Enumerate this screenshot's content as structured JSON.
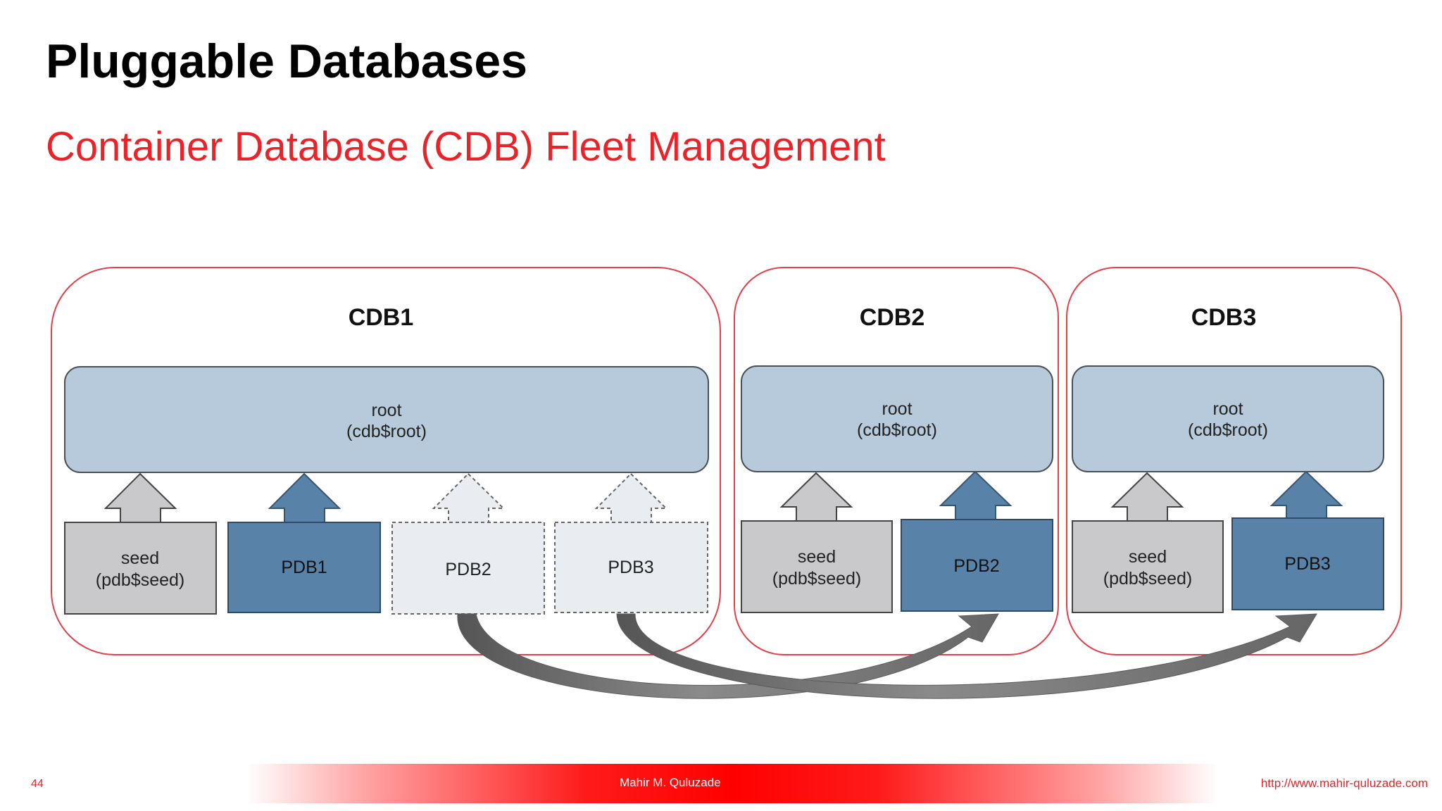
{
  "slide": {
    "title": "Pluggable Databases",
    "subtitle": "Container Database (CDB) Fleet Management",
    "page_number": "44",
    "author": "Mahir M. Quluzade",
    "url": "http://www.mahir-quluzade.com"
  },
  "colors": {
    "accent_red": "#e8232a",
    "root_fill": "#b7cadb",
    "pdb_fill": "#5882a8",
    "seed_fill": "#c9c9cb",
    "unplugged_fill": "#e9edf2",
    "arrow_gray": "#6f6f6f"
  },
  "cdbs": [
    {
      "label": "CDB1",
      "root_line1": "root",
      "root_line2": "(cdb$root)",
      "containers": [
        {
          "line1": "seed",
          "line2": "(pdb$seed)",
          "kind": "seed"
        },
        {
          "line1": "PDB1",
          "line2": "",
          "kind": "pdb"
        },
        {
          "line1": "PDB2",
          "line2": "",
          "kind": "unplugged"
        },
        {
          "line1": "PDB3",
          "line2": "",
          "kind": "unplugged"
        }
      ]
    },
    {
      "label": "CDB2",
      "root_line1": "root",
      "root_line2": "(cdb$root)",
      "containers": [
        {
          "line1": "seed",
          "line2": "(pdb$seed)",
          "kind": "seed"
        },
        {
          "line1": "PDB2",
          "line2": "",
          "kind": "pdb"
        }
      ]
    },
    {
      "label": "CDB3",
      "root_line1": "root",
      "root_line2": "(cdb$root)",
      "containers": [
        {
          "line1": "seed",
          "line2": "(pdb$seed)",
          "kind": "seed"
        },
        {
          "line1": "PDB3",
          "line2": "",
          "kind": "pdb"
        }
      ]
    }
  ],
  "edges": [
    {
      "from": "CDB1.PDB2",
      "to": "CDB2.PDB2",
      "meaning": "relocate"
    },
    {
      "from": "CDB1.PDB3",
      "to": "CDB3.PDB3",
      "meaning": "relocate"
    }
  ]
}
